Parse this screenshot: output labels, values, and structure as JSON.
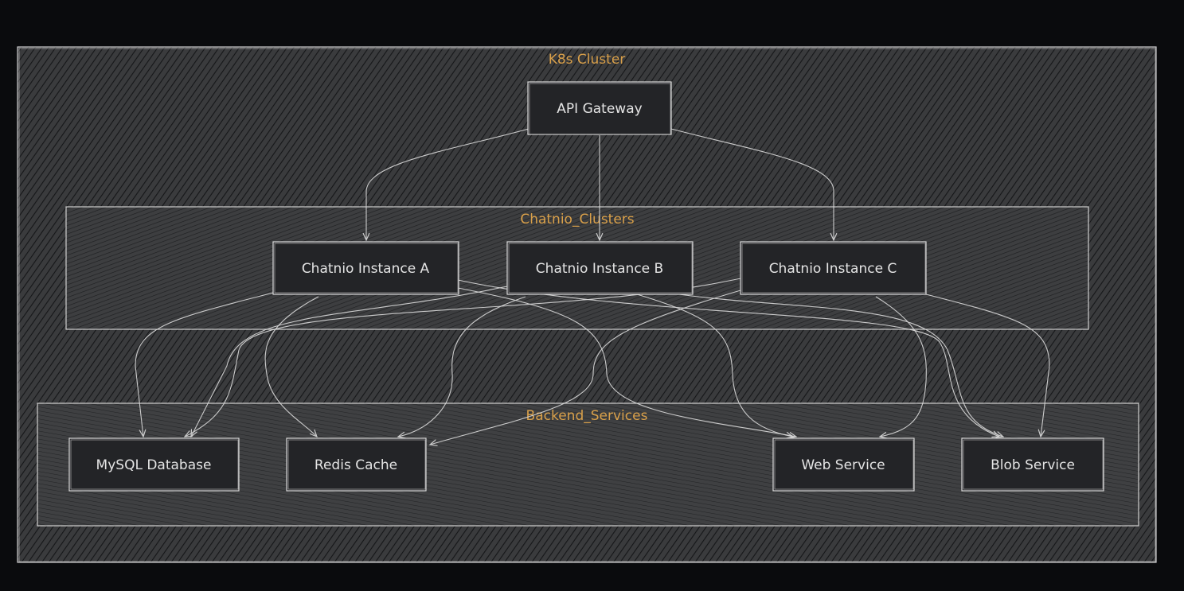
{
  "diagram": {
    "groups": {
      "k8s": {
        "label": "K8s Cluster"
      },
      "chatnio": {
        "label": "Chatnio_Clusters"
      },
      "backend": {
        "label": "Backend_Services"
      }
    },
    "nodes": {
      "gateway": {
        "label": "API Gateway"
      },
      "instance_a": {
        "label": "Chatnio Instance A"
      },
      "instance_b": {
        "label": "Chatnio Instance B"
      },
      "instance_c": {
        "label": "Chatnio Instance C"
      },
      "mysql": {
        "label": "MySQL Database"
      },
      "redis": {
        "label": "Redis Cache"
      },
      "web": {
        "label": "Web Service"
      },
      "blob": {
        "label": "Blob Service"
      }
    },
    "edges": [
      {
        "from": "API Gateway",
        "to": "Chatnio Instance A"
      },
      {
        "from": "API Gateway",
        "to": "Chatnio Instance B"
      },
      {
        "from": "API Gateway",
        "to": "Chatnio Instance C"
      },
      {
        "from": "Chatnio Instance A",
        "to": "MySQL Database"
      },
      {
        "from": "Chatnio Instance A",
        "to": "Redis Cache"
      },
      {
        "from": "Chatnio Instance A",
        "to": "Web Service"
      },
      {
        "from": "Chatnio Instance A",
        "to": "Blob Service"
      },
      {
        "from": "Chatnio Instance B",
        "to": "MySQL Database"
      },
      {
        "from": "Chatnio Instance B",
        "to": "Redis Cache"
      },
      {
        "from": "Chatnio Instance B",
        "to": "Web Service"
      },
      {
        "from": "Chatnio Instance B",
        "to": "Blob Service"
      },
      {
        "from": "Chatnio Instance C",
        "to": "MySQL Database"
      },
      {
        "from": "Chatnio Instance C",
        "to": "Redis Cache"
      },
      {
        "from": "Chatnio Instance C",
        "to": "Web Service"
      },
      {
        "from": "Chatnio Instance C",
        "to": "Blob Service"
      }
    ],
    "colors": {
      "background": "#0a0b0d",
      "group_label": "#d9a04a",
      "node_fill": "#232427",
      "stroke": "#dcdcdc",
      "text": "#e4e4e4"
    }
  }
}
